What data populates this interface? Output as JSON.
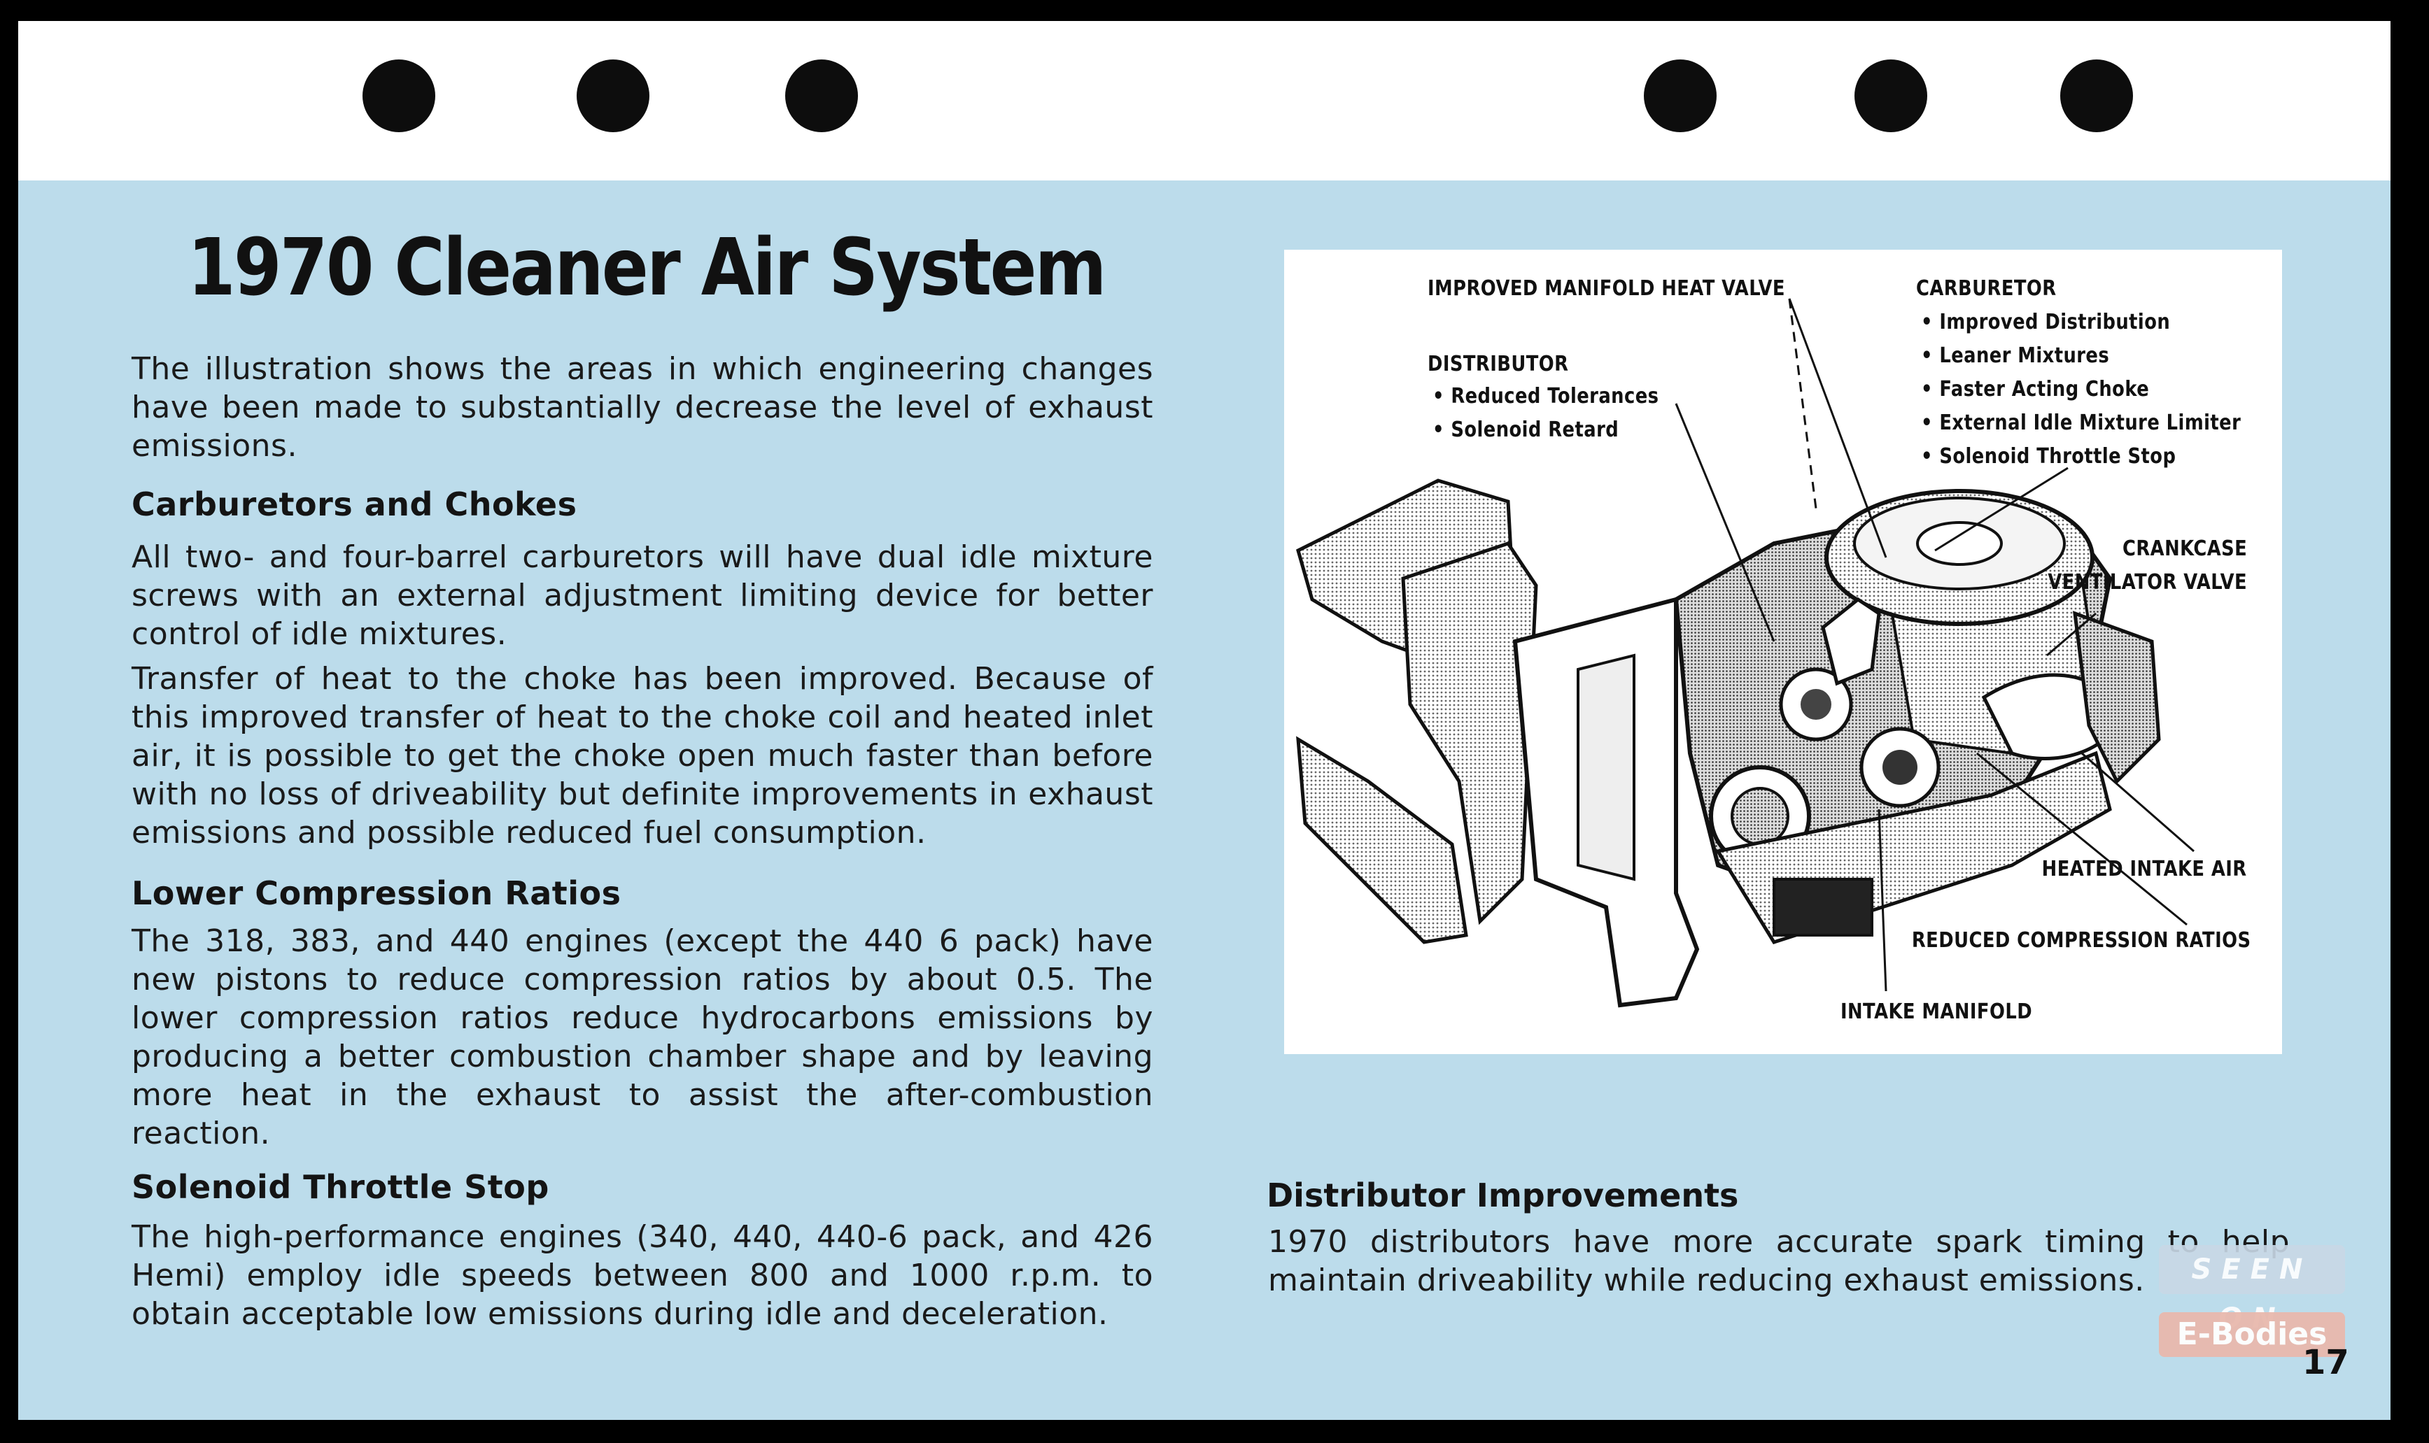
{
  "title": "1970 Cleaner Air System",
  "intro": "The illustration shows the areas in which engineering changes have been made to substantially decrease the level of exhaust emissions.",
  "sections": {
    "carburetors": {
      "heading": "Carburetors and Chokes",
      "para1": "All two- and four-barrel carburetors will have dual idle mixture screws with an external adjustment limiting device for better control of idle mixtures.",
      "para2": "Transfer of heat to the choke has been improved. Because of this improved transfer of heat to the choke coil and heated inlet air, it is possible to get the choke open much faster than before with no loss of driveability but definite improvements in exhaust emissions and possible reduced fuel consumption."
    },
    "compression": {
      "heading": "Lower Compression Ratios",
      "text": "The 318, 383, and 440 engines (except the 440 6 pack) have new pistons to reduce compression ratios by about 0.5. The lower compression ratios reduce hydrocarbons emissions by producing a better combustion chamber shape and by leaving more heat in the exhaust to assist the after-combustion reaction."
    },
    "solenoid": {
      "heading": "Solenoid Throttle Stop",
      "text": "The high-performance engines (340, 440, 440-6 pack, and 426 Hemi) employ idle speeds between 800 and 1000 r.p.m. to obtain acceptable low emissions during idle and deceleration."
    },
    "distributor": {
      "heading": "Distributor Improvements",
      "text": "1970 distributors have more accurate spark timing to help maintain driveability while reducing exhaust emissions."
    }
  },
  "illustration": {
    "labels": {
      "manifold_heat_valve": "IMPROVED MANIFOLD HEAT VALVE",
      "distributor": "DISTRIBUTOR",
      "distributor_items": [
        "• Reduced Tolerances",
        "• Solenoid Retard"
      ],
      "carburetor": "CARBURETOR",
      "carburetor_items": [
        "• Improved Distribution",
        "• Leaner Mixtures",
        "• Faster Acting Choke",
        "• External Idle Mixture Limiter",
        "• Solenoid Throttle Stop"
      ],
      "crankcase_1": "CRANKCASE",
      "crankcase_2": "VENTILATOR VALVE",
      "heated_intake_air": "HEATED INTAKE AIR",
      "reduced_compression": "REDUCED COMPRESSION RATIOS",
      "intake_manifold": "INTAKE MANIFOLD"
    }
  },
  "page_number": "17",
  "watermark": {
    "top": "SEEN ON",
    "bottom": "E-Bodies"
  },
  "colors": {
    "page_blue": "#bcdceb",
    "paper": "#ffffff",
    "ink": "#111111"
  }
}
